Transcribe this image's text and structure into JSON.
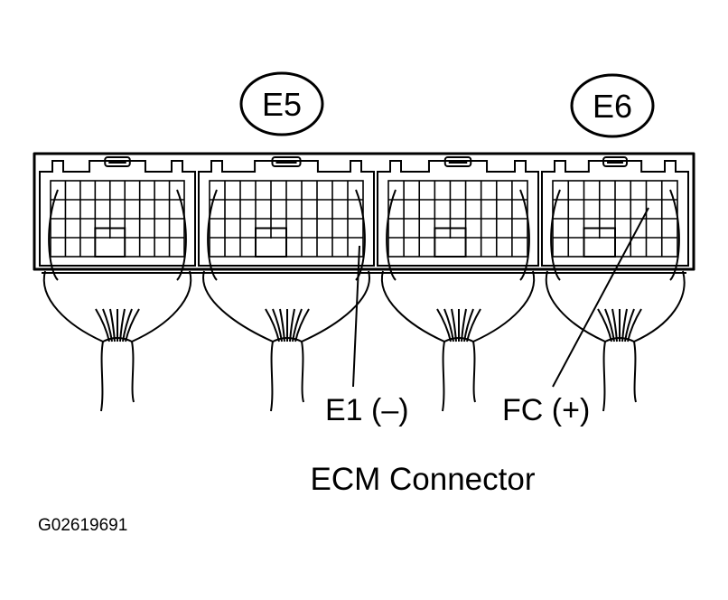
{
  "connector_labels": [
    {
      "id": "e5",
      "text": "E5"
    },
    {
      "id": "e6",
      "text": "E6"
    }
  ],
  "terminal_labels": [
    {
      "id": "e1",
      "text": "E1 (–)"
    },
    {
      "id": "fc",
      "text": "FC (+)"
    }
  ],
  "title": "ECM Connector",
  "figure_code": "G02619691",
  "colors": {
    "ink": "#000000",
    "background": "#ffffff"
  }
}
